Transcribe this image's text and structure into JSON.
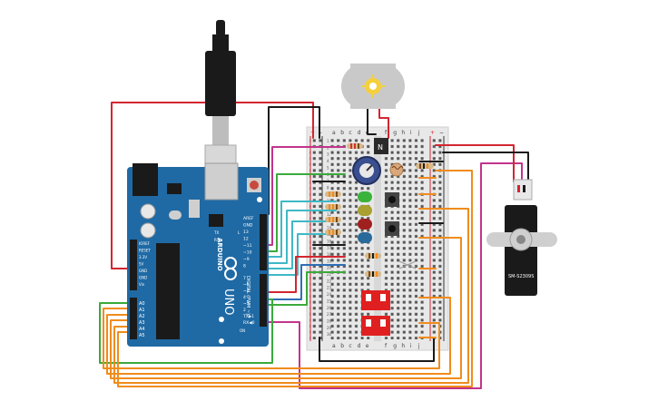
{
  "arduino": {
    "brand": "ARDUINO",
    "model": "UNO",
    "power_pins": [
      "IOREF",
      "RESET",
      "3.3V",
      "5V",
      "GND",
      "GND",
      "Vin"
    ],
    "analog_pins": [
      "A0",
      "A1",
      "A2",
      "A3",
      "A4",
      "A5"
    ],
    "digital_header_top": [
      "AREF",
      "GND",
      "13",
      "12",
      "~11",
      "~10",
      "~9",
      "8"
    ],
    "digital_header_bottom": [
      "7",
      "~6",
      "~5",
      "4",
      "~3",
      "2",
      "TX▶1",
      "RX◀0"
    ],
    "digital_label": "DIGITAL (PWM ~)",
    "led_labels": [
      "L",
      "TX",
      "RX",
      "ON"
    ]
  },
  "breadboard": {
    "columns_left": [
      "a",
      "b",
      "c",
      "d",
      "e"
    ],
    "columns_right": [
      "f",
      "g",
      "h",
      "i",
      "j"
    ],
    "row_numbers": [
      "1",
      "2",
      "3",
      "4",
      "5",
      "6",
      "7",
      "8",
      "9",
      "10",
      "11",
      "12",
      "13",
      "14",
      "15",
      "16",
      "17",
      "18",
      "19",
      "20",
      "21",
      "22",
      "23",
      "24",
      "25",
      "26",
      "27",
      "28",
      "29",
      "30"
    ],
    "rail_plus": "+",
    "rail_minus": "−"
  },
  "servo": {
    "model": "SM-S2309S"
  },
  "transistor": {
    "label": "N"
  },
  "colors": {
    "arduino_board": "#1f6aa5",
    "wire_red": "#d22630",
    "wire_black": "#1a1a1a",
    "wire_orange": "#f08c1c",
    "wire_magenta": "#c2348b",
    "wire_green": "#3aaa3a",
    "wire_cyan": "#3fb8c6",
    "wire_blue": "#2f6fb5",
    "led_green": "#3bb33b",
    "led_yellow": "#a8a030",
    "led_red": "#a02020",
    "led_blue": "#2a6a9a",
    "dip_switch": "#e02020"
  },
  "icons": [
    "usb-cable-icon",
    "dc-motor-icon",
    "potentiometer-icon",
    "photoresistor-icon",
    "pushbutton-icon",
    "dip-switch-icon",
    "servo-icon",
    "temperature-sensor-icon",
    "resistor-icon",
    "led-icon"
  ]
}
